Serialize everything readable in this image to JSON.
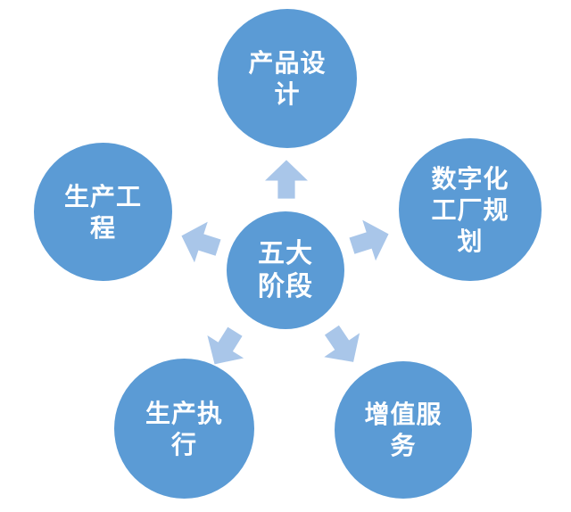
{
  "diagram": {
    "center": {
      "label": "五大\n阶段"
    },
    "nodes": [
      {
        "id": "product-design",
        "label": "产品设\n计"
      },
      {
        "id": "digital-factory-planning",
        "label": "数字化\n工厂规\n划"
      },
      {
        "id": "production-engineering",
        "label": "生产工\n程"
      },
      {
        "id": "production-execution",
        "label": "生产执\n行"
      },
      {
        "id": "value-added-services",
        "label": "增值服\n务"
      }
    ],
    "arrows": [
      {
        "id": "arrow-up",
        "direction": "up"
      },
      {
        "id": "arrow-upper-left",
        "direction": "upper-left"
      },
      {
        "id": "arrow-upper-right",
        "direction": "upper-right"
      },
      {
        "id": "arrow-lower-left",
        "direction": "lower-left"
      },
      {
        "id": "arrow-lower-right",
        "direction": "lower-right"
      }
    ]
  },
  "colors": {
    "circle": "#5B9BD5",
    "arrow": "#A9C6E9"
  }
}
